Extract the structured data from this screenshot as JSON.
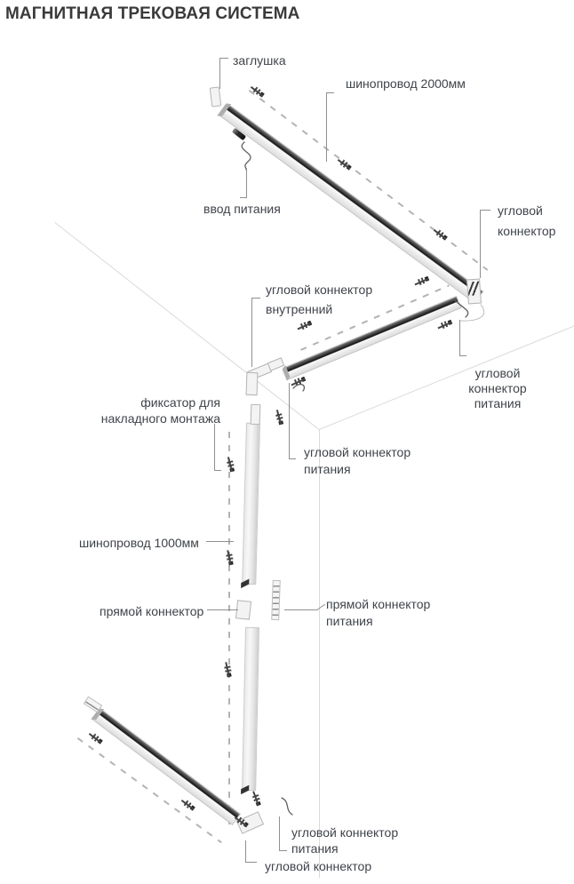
{
  "title": "МАГНИТНАЯ ТРЕКОВАЯ СИСТЕМА",
  "labels": {
    "end_cap": "заглушка",
    "track_2000": "шинопровод 2000мм",
    "power_input": "ввод питания",
    "corner_connector_top": "угловой\nконнектор",
    "inner_corner_connector": "угловой коннектор\nвнутренний",
    "corner_power_connector_right": "угловой\nконнектор\nпитания",
    "surface_mount_fixator": "фиксатор для\nнакладного монтажа",
    "corner_power_connector_mid": "угловой коннектор\nпитания",
    "track_1000": "шинопровод 1000мм",
    "straight_connector": "прямой коннектор",
    "straight_power_connector": "прямой коннектор\nпитания",
    "corner_power_connector_bottom": "угловой коннектор\nпитания",
    "corner_connector_bottom": "угловой коннектор"
  },
  "colors": {
    "background": "#ffffff",
    "title_text": "#3a3a3a",
    "label_text": "#3f434a",
    "leader_line": "#8f8f8f",
    "room_edge": "#dadada",
    "dashed_line": "#b3b3b3",
    "screw": "#454545",
    "track_channel": "#262626",
    "track_face": "#f0f0f0",
    "part_fill": "#f3f3f3",
    "part_border": "#b5b5b5"
  }
}
